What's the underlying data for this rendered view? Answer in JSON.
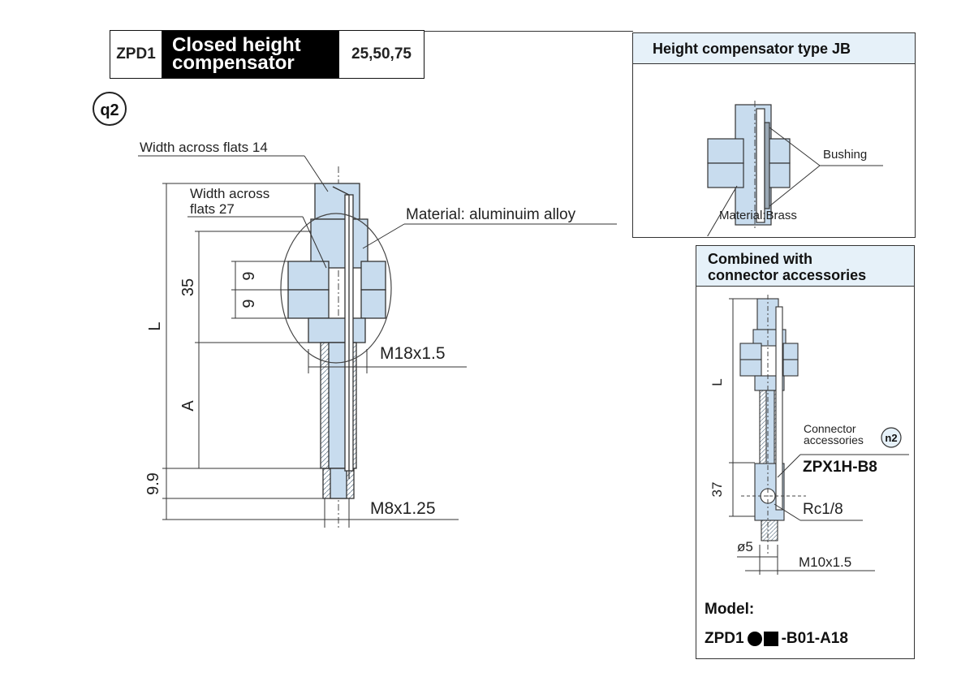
{
  "header": {
    "model_code": "ZPD1",
    "title_line1": "Closed height",
    "title_line2": "compensator",
    "sizes": "25,50,75"
  },
  "main_drawing": {
    "badge": "q2",
    "labels": {
      "width_flats_14": "Width across flats 14",
      "width_flats_27_line1": "Width across",
      "width_flats_27_line2": "flats 27",
      "material": "Material: aluminuim alloy",
      "dim_35": "35",
      "dim_9a": "9",
      "dim_9b": "9",
      "dim_L": "L",
      "dim_A": "A",
      "dim_9_9": "9.9",
      "thread_m18": "M18x1.5",
      "thread_m8": "M8x1.25"
    }
  },
  "panel_jb": {
    "title": "Height compensator type JB",
    "bushing": "Bushing",
    "material": "Material:Brass"
  },
  "panel_combined": {
    "title_line1": "Combined with",
    "title_line2": "connector accessories",
    "dim_L": "L",
    "dim_37": "37",
    "connector_line1": "Connector",
    "connector_line2": "accessories",
    "connector_badge": "n2",
    "connector_model": "ZPX1H-B8",
    "rc": "Rc1/8",
    "dia": "ø5",
    "thread": "M10x1.5",
    "model_label": "Model:",
    "model_prefix": "ZPD1",
    "model_suffix": "-B01-A18"
  },
  "colors": {
    "part_fill": "#c8dcee",
    "panel_header": "#e6f1f9",
    "line": "#333333"
  }
}
